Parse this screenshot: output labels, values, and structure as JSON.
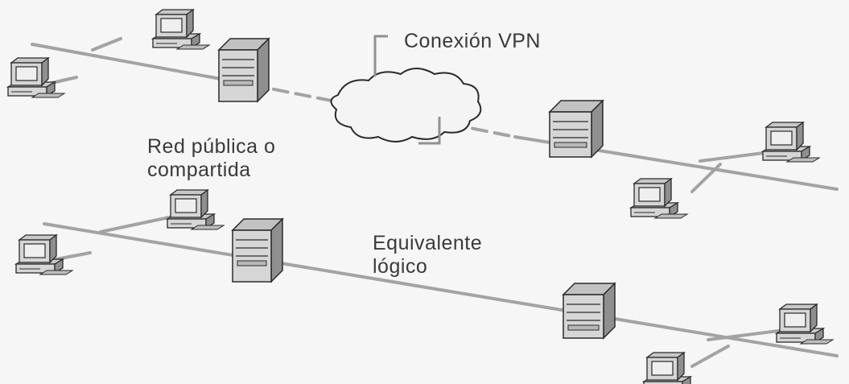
{
  "labels": {
    "vpn_connection": "Conexión VPN",
    "public_network_line1": "Red pública o",
    "public_network_line2": "compartida",
    "logical_equivalent_line1": "Equivalente",
    "logical_equivalent_line2": "lógico"
  },
  "icons": {
    "workstation": "computer-icon",
    "server": "server-icon",
    "network": "cloud-icon"
  },
  "colors": {
    "cable": "#a3a3a3",
    "device_face": "#d6d6d6",
    "device_side": "#8f8f8f",
    "outline": "#2a2a2a",
    "text": "#3a3a3a",
    "background": "#f6f6f6"
  }
}
